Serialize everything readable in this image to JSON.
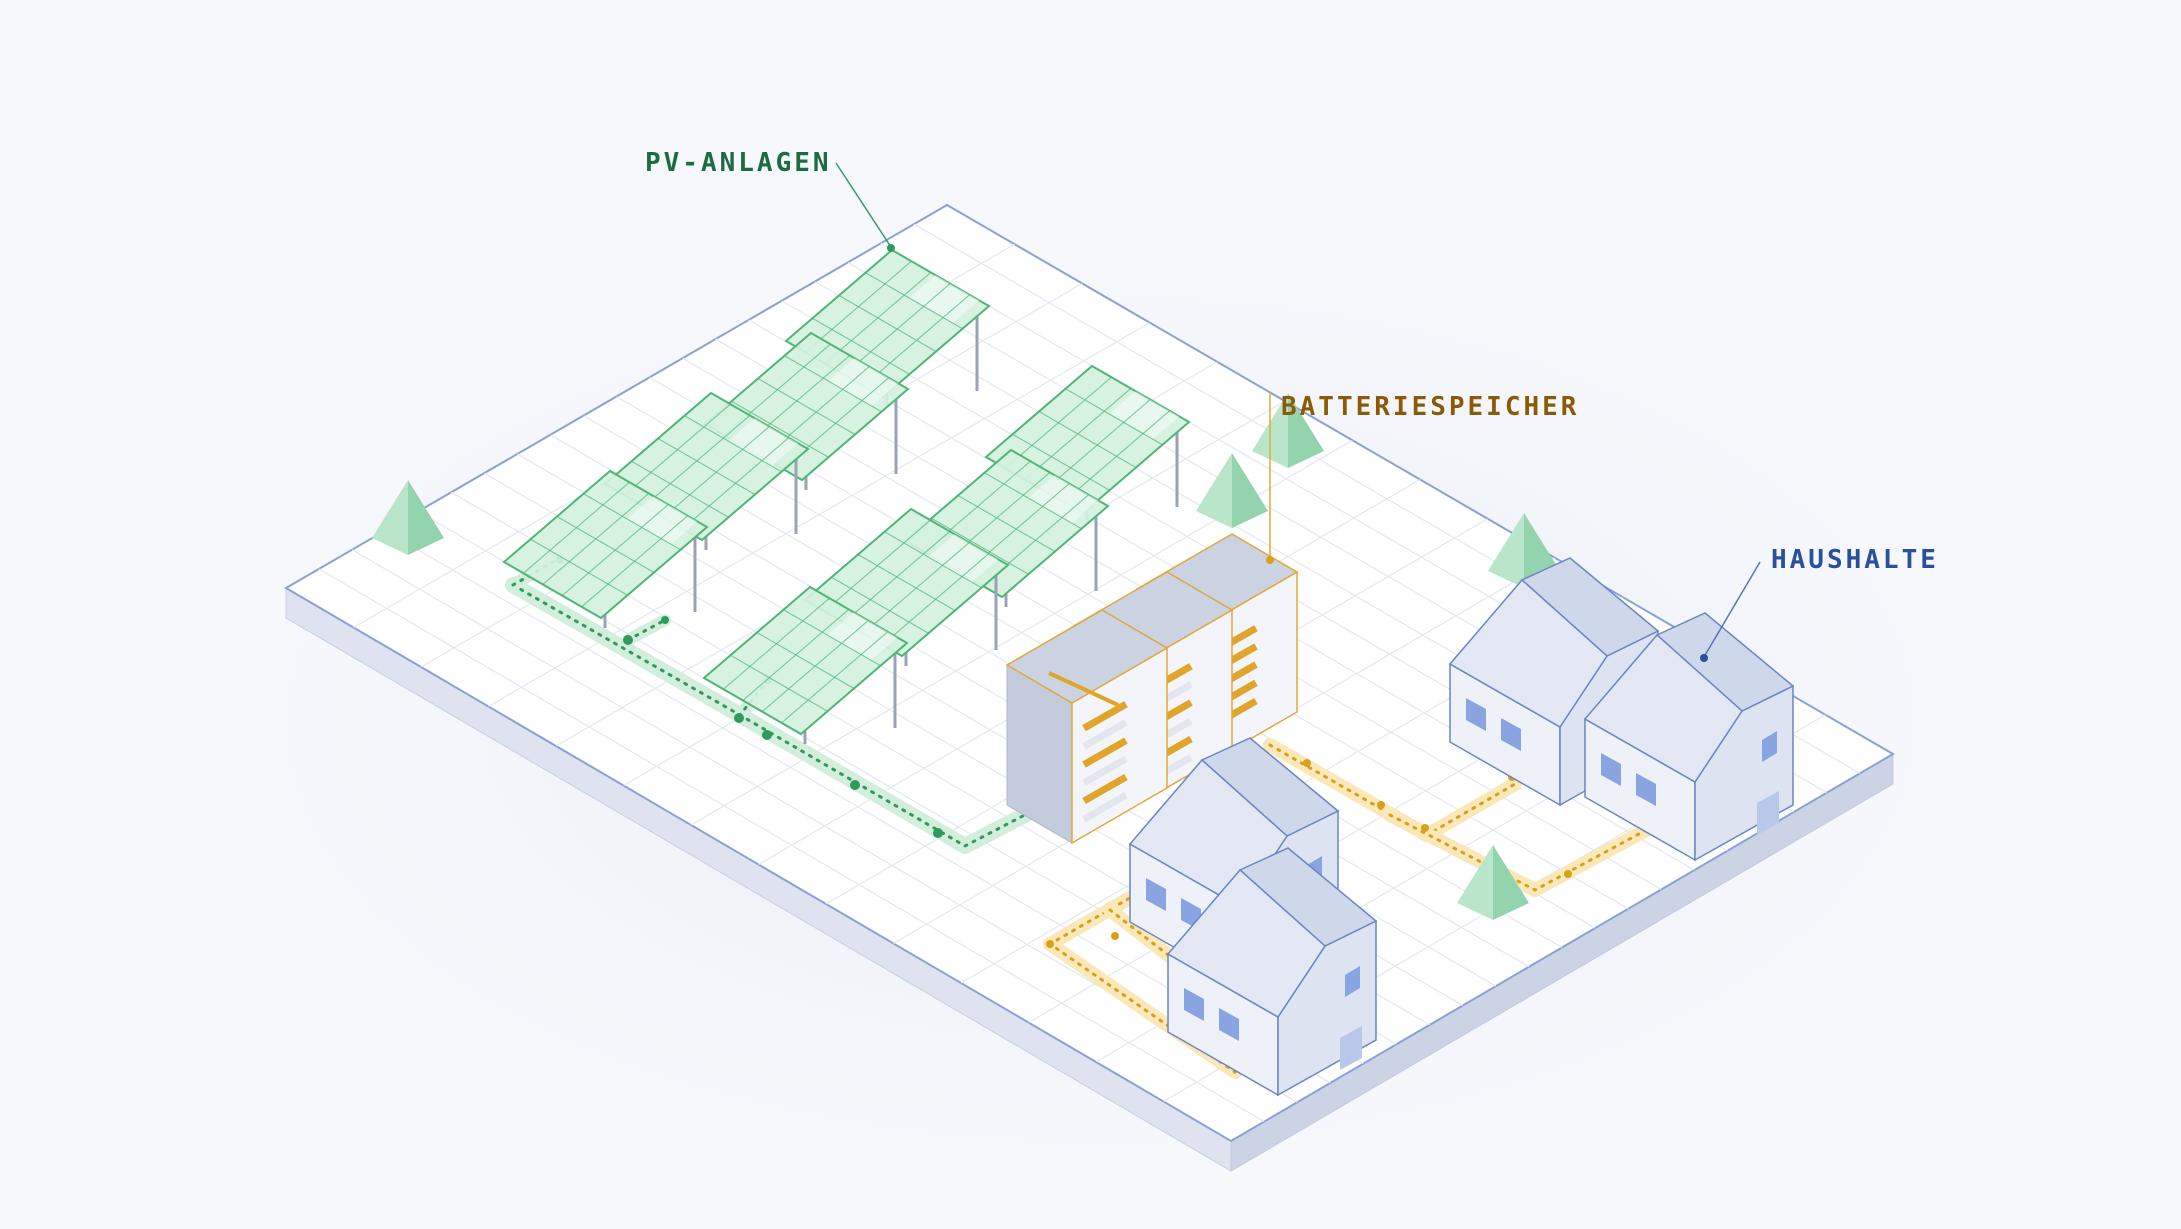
{
  "labels": {
    "pv": "PV-ANLAGEN",
    "battery": "BATTERIESPEICHER",
    "households": "HAUSHALTE"
  },
  "colors": {
    "background": "#f6f8fc",
    "pv_label": "#1d6b45",
    "battery_label": "#8a5a08",
    "household_label": "#2a4f9c",
    "solar_fill": "#d5f1e0",
    "solar_stroke": "#4fb57a",
    "pv_cable": "#2e9b5e",
    "pv_cable_glow": "#bfe7cd",
    "battery_cable": "#d9a019",
    "battery_cable_glow": "#fbe6b2",
    "battery_accent": "#e2a52b",
    "house_fill": "#e3e8f4",
    "house_stroke": "#6b86c2",
    "window": "#8aa4e2",
    "tree": "#a8dfc0",
    "platform_top": "#ffffff",
    "platform_side": "#dde2ee",
    "grid": "#e2e7f1"
  },
  "icons": [
    "solar-panel-icon",
    "battery-storage-icon",
    "house-icon",
    "tree-icon"
  ]
}
